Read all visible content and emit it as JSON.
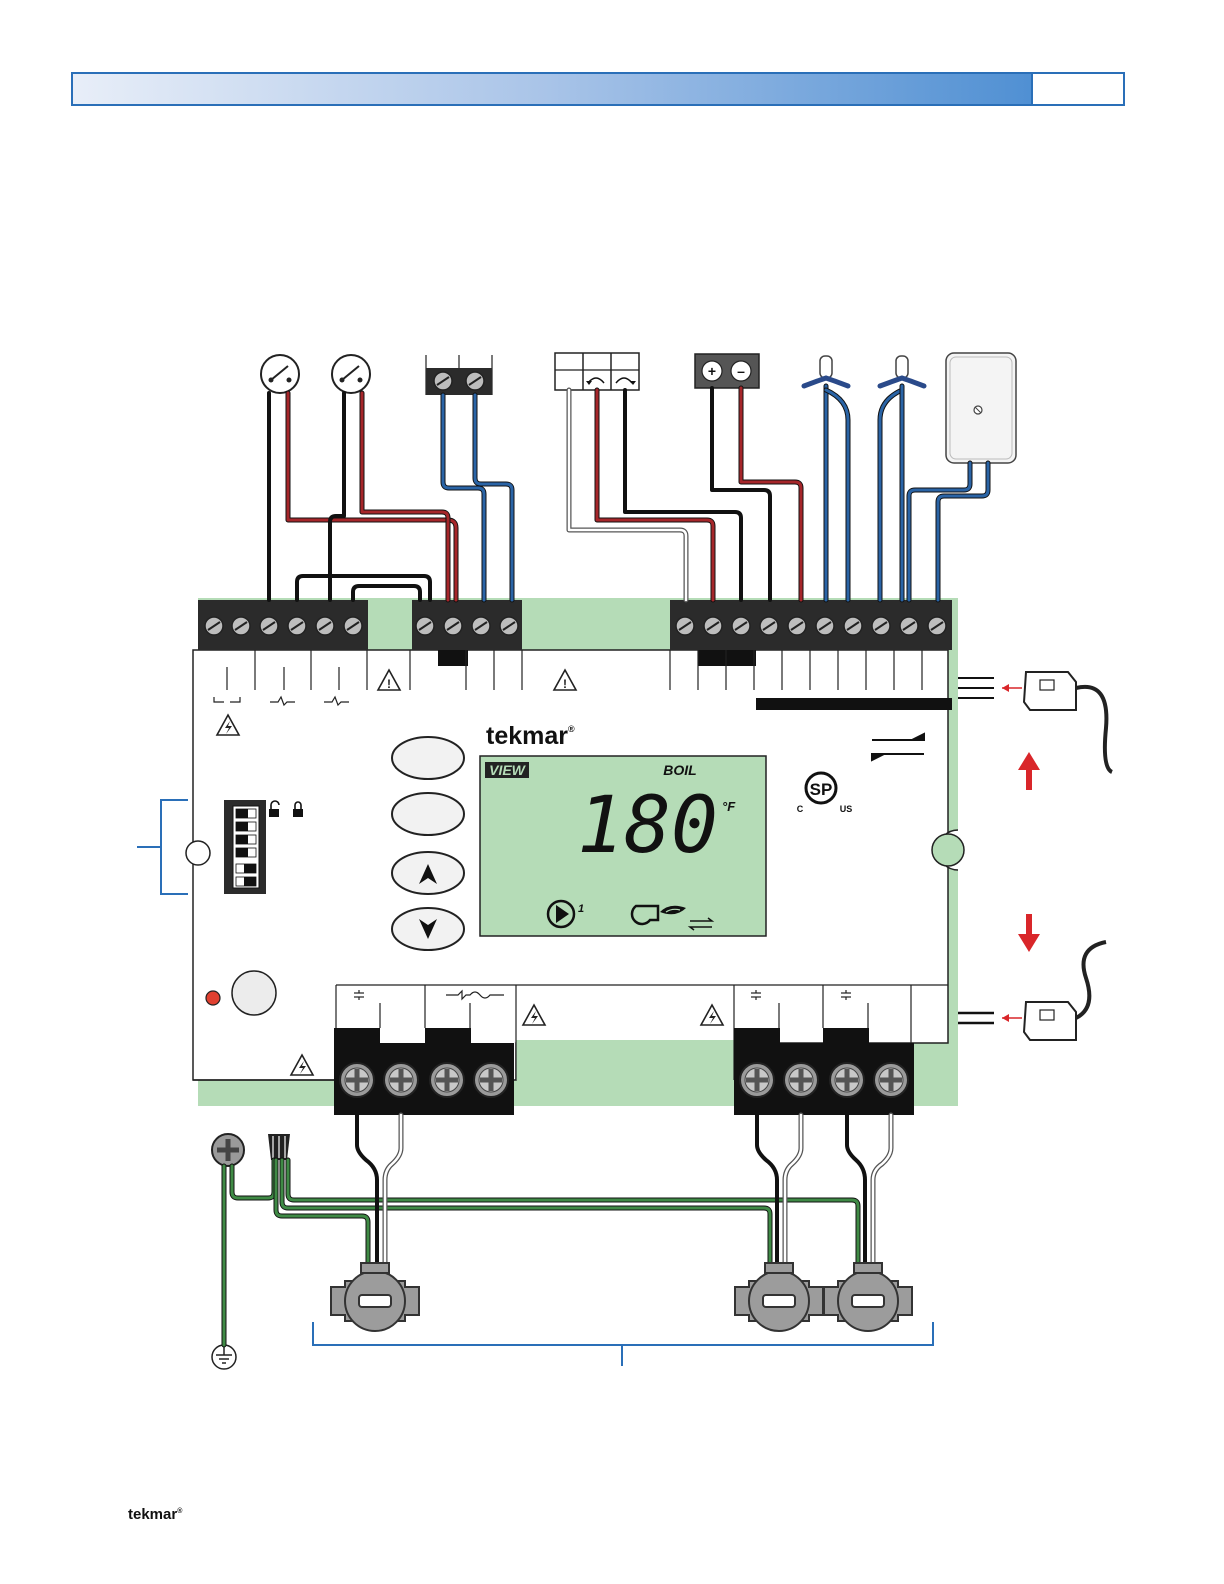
{
  "brand": {
    "logo_text": "tekmar",
    "registered": "®"
  },
  "display": {
    "mode_label": "VIEW",
    "item_label": "BOIL",
    "value": "180",
    "unit": "°F",
    "pump_index": "1"
  },
  "certification": {
    "mark": "SP",
    "left": "C",
    "right": "US"
  },
  "footer": {
    "logo_text": "tekmar",
    "registered": "®"
  },
  "colors": {
    "board": "#b5dcb7",
    "header_accent": "#2a6fb8",
    "wire_red": "#a6262a",
    "wire_blue": "#2a64a6",
    "wire_green": "#3f8a45",
    "arrow_red": "#d9262a",
    "bracket_blue": "#2a6fb8"
  }
}
